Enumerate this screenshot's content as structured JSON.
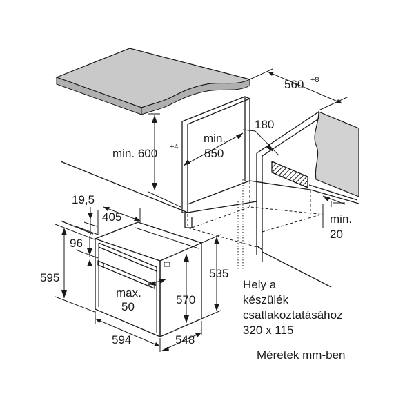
{
  "labels": {
    "dim_560": "560",
    "dim_560_tol": "+8",
    "dim_180": "180",
    "dim_min600_prefix": "min. 600",
    "dim_min600_tol": "+4",
    "dim_min550_a": "min.",
    "dim_min550_b": "550",
    "dim_min20_a": "min.",
    "dim_min20_b": "20",
    "dim_19_5": "19,5",
    "dim_405": "405",
    "dim_96": "96",
    "dim_595": "595",
    "dim_max50_a": "max.",
    "dim_max50_b": "50",
    "dim_570": "570",
    "dim_535": "535",
    "dim_594": "594",
    "dim_548": "548",
    "note_line1": "Hely a",
    "note_line2": "készülék",
    "note_line3": "csatlakoztatásához",
    "note_line4": "320 x 115",
    "units_note": "Méretek mm-ben"
  }
}
